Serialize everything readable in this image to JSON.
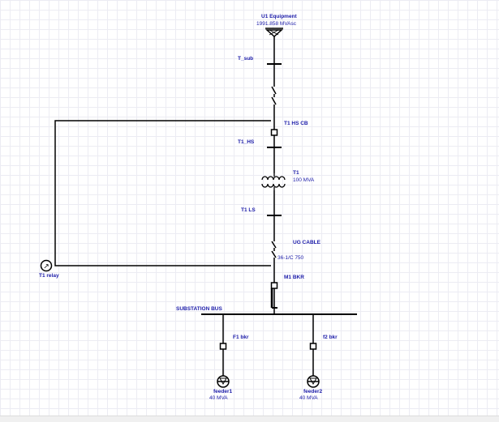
{
  "utility": {
    "name": "U1 Equipment",
    "rating": "1991.858 MVAsc"
  },
  "buses": {
    "t_sub": "T_sub",
    "t1_hs": "T1_HS",
    "t1_ls": "T1 LS",
    "substation": "SUBSTATION BUS"
  },
  "breakers": {
    "t1_hs_cb": "T1 HS CB",
    "m1_bkr": "M1 BKR",
    "f1_bkr": "F1 bkr",
    "f2_bkr": "f2 bkr"
  },
  "transformer": {
    "name": "T1",
    "rating": "100 MVA"
  },
  "cable": {
    "name": "UG CABLE",
    "spec": "36-1/C 750"
  },
  "relay": {
    "name": "T1 relay",
    "symbol": "↗"
  },
  "loads": [
    {
      "name": "feeder1",
      "rating": "40 MVA"
    },
    {
      "name": "feeder2",
      "rating": "40 MVA"
    }
  ],
  "colors": {
    "line": "#000000",
    "text": "#1a1aa8",
    "grid": "#ececf3"
  }
}
